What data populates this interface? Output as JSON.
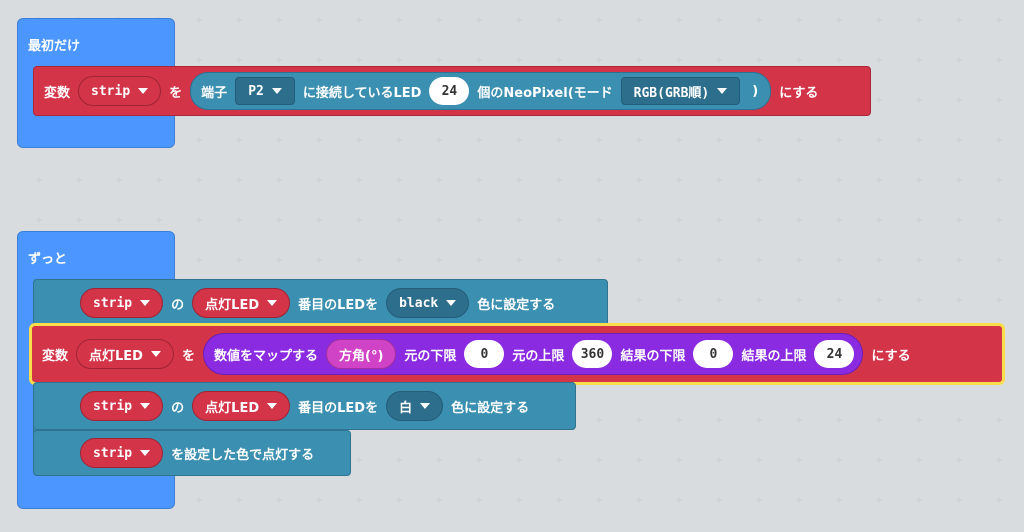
{
  "on_start": {
    "title": "最初だけ",
    "set_block": {
      "prefix": "変数",
      "variable": "strip",
      "to": "を",
      "suffix": "にする",
      "neopixel": {
        "label_pin": "端子",
        "pin": "P2",
        "label_connected": "に接続しているLED",
        "count": "24",
        "label_mode": "個のNeoPixel(モード",
        "mode": "RGB(GRB順)",
        "close": ")"
      }
    }
  },
  "forever": {
    "title": "ずっと",
    "row1": {
      "strip": "strip",
      "no": "の",
      "index_var": "点灯LED",
      "label": "番目のLEDを",
      "color": "black",
      "suffix": "色に設定する"
    },
    "row2": {
      "prefix": "変数",
      "variable": "点灯LED",
      "to": "を",
      "suffix": "にする",
      "map": {
        "label": "数値をマップする",
        "value": "方角(°)",
        "from_low_label": "元の下限",
        "from_low": "0",
        "from_high_label": "元の上限",
        "from_high": "360",
        "to_low_label": "結果の下限",
        "to_low": "0",
        "to_high_label": "結果の上限",
        "to_high": "24"
      }
    },
    "row3": {
      "strip": "strip",
      "no": "の",
      "index_var": "点灯LED",
      "label": "番目のLEDを",
      "color": "白",
      "suffix": "色に設定する"
    },
    "row4": {
      "strip": "strip",
      "label": "を設定した色で点灯する"
    }
  },
  "colors": {
    "event": "#4c97ff",
    "variables": "#d33448",
    "neopixel": "#3b8fb0",
    "math": "#8a2be2",
    "input": "#d042c6",
    "highlight": "#f9dd4a",
    "workspace": "#ecf0f1"
  }
}
